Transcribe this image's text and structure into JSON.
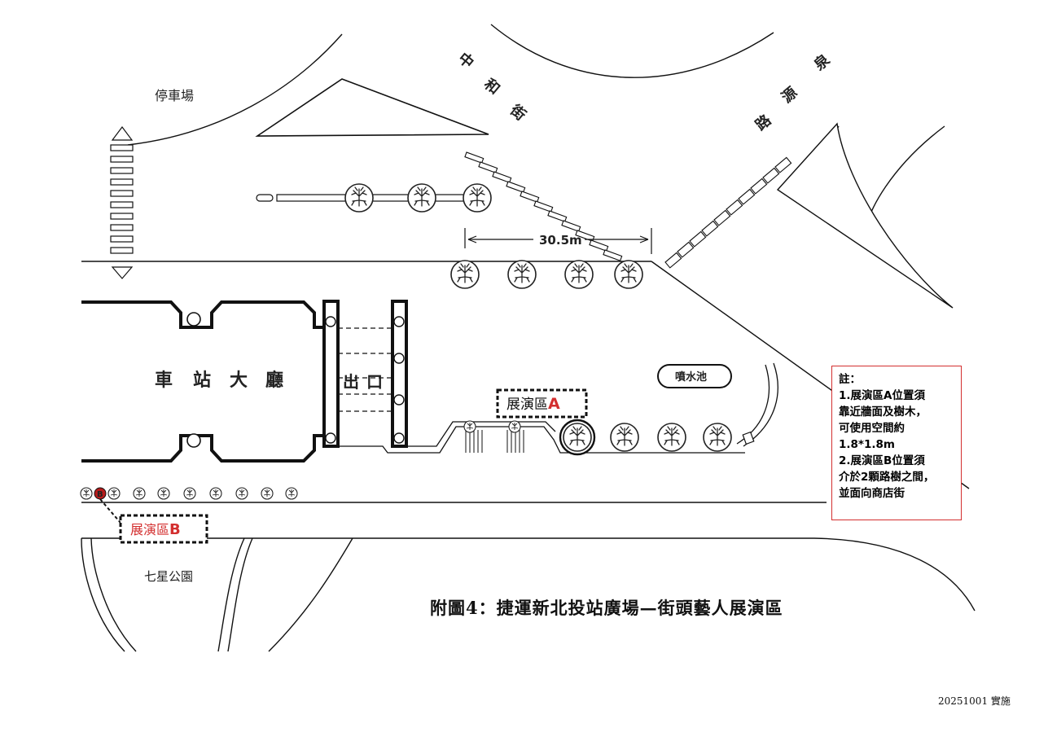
{
  "labels": {
    "parking": "停車場",
    "street_zhonghe": [
      "中",
      "和",
      "街"
    ],
    "street_quanyuan": [
      "泉",
      "源",
      "路"
    ],
    "distance": "30.5m",
    "station_hall": [
      "車",
      "站",
      "大",
      "廳"
    ],
    "exit": [
      "出",
      "口"
    ],
    "fountain": "噴水池",
    "area_a_prefix": "展演區",
    "area_a_letter": "A",
    "area_b_prefix": "展演區",
    "area_b_letter": "B",
    "area_b_marker": "B",
    "park": "七星公園"
  },
  "note": {
    "title": "註：",
    "lines": [
      "1.展演區A位置須",
      "靠近牆面及樹木，",
      "可使用空間約",
      "1.8*1.8m",
      "2.展演區B位置須",
      "介於2顆路樹之間，",
      "並面向商店街"
    ]
  },
  "caption": "附圖4：捷運新北投站廣場—街頭藝人展演區",
  "footer": "20251001 實施",
  "colors": {
    "line": "#111111",
    "accent_red": "#d32f2f",
    "marker_red": "#b71c1c"
  },
  "icons": [
    "tree-icon",
    "small-tree-icon",
    "fountain-icon"
  ]
}
